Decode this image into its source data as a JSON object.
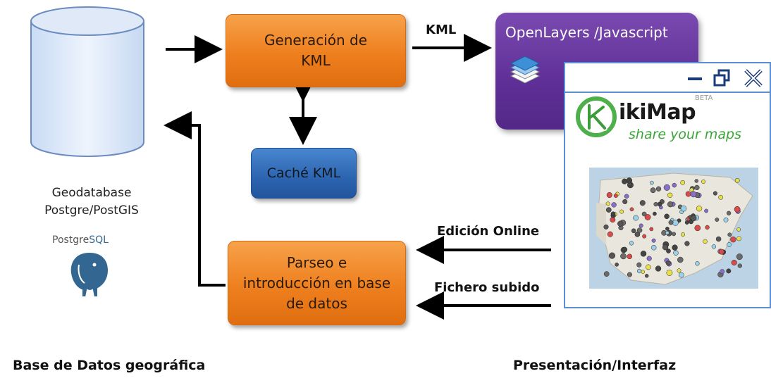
{
  "nodes": {
    "kml_generation": "Generación de\nKML",
    "kml_cache": "Caché KML",
    "openlayers": "OpenLayers /Javascript",
    "parse": "Parseo e\nintroducción en base\nde datos",
    "geodatabase": "Geodatabase\nPostgre/PostGIS"
  },
  "edges": {
    "kml": "KML",
    "online_edit": "Edición Online",
    "uploaded_file": "Fichero subido"
  },
  "wikimap": {
    "logo_text": "ikiMap",
    "beta": "BETA",
    "tagline": "share your maps"
  },
  "postgres_logo": {
    "text_a": "Postgre",
    "text_b": "SQL"
  },
  "footer": {
    "left": "Base de Datos geográfica",
    "right": "Presentación/Interfaz"
  }
}
